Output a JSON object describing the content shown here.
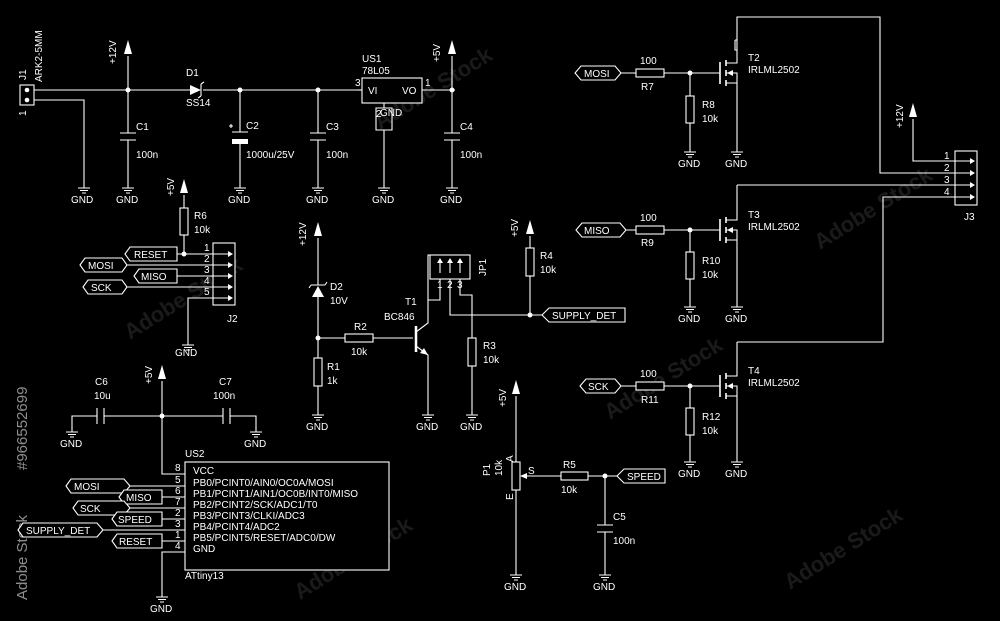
{
  "labels": {
    "j1_ref": "J1",
    "j1_part": "ARK2-5MM",
    "j1_pin1": "1",
    "d1_ref": "D1",
    "d1_part": "SS14",
    "us1_ref": "US1",
    "us1_part": "78L05",
    "us1_vi": "VI",
    "us1_vo": "VO",
    "us1_gnd": "GND",
    "us1_pin3": "3",
    "us1_pin1": "1",
    "us1_pin2": "2",
    "c1_ref": "C1",
    "c1_val": "100n",
    "c2_ref": "C2",
    "c2_val": "1000u/25V",
    "c3_ref": "C3",
    "c3_val": "100n",
    "c4_ref": "C4",
    "c4_val": "100n",
    "r6_ref": "R6",
    "r6_val": "10k",
    "j2_ref": "J2",
    "d2_ref": "D2",
    "d2_val": "10V",
    "r1_ref": "R1",
    "r1_val": "1k",
    "r2_ref": "R2",
    "r2_val": "10k",
    "t1_ref": "T1",
    "t1_part": "BC846",
    "jp1_ref": "JP1",
    "r3_ref": "R3",
    "r3_val": "10k",
    "r4_ref": "R4",
    "r4_val": "10k",
    "c6_ref": "C6",
    "c6_val": "10u",
    "c7_ref": "C7",
    "c7_val": "100n",
    "us2_ref": "US2",
    "us2_part": "ATtiny13",
    "us2_vcc": "VCC",
    "us2_pb0": "PB0/PCINT0/AIN0/OC0A/MOSI",
    "us2_pb1": "PB1/PCINT1/AIN1/OC0B/INT0/MISO",
    "us2_pb2": "PB2/PCINT2/SCK/ADC1/T0",
    "us2_pb3": "PB3/PCINT3/CLKI/ADC3",
    "us2_pb4": "PB4/PCINT4/ADC2",
    "us2_pb5": "PB5/PCINT5/RESET/ADC0/DW",
    "us2_gnd": "GND",
    "p1_ref": "P1",
    "p1_val": "10k",
    "p1_a": "A",
    "p1_e": "E",
    "p1_s": "S",
    "r5_ref": "R5",
    "r5_val": "10k",
    "c5_ref": "C5",
    "c5_val": "100n",
    "r7_ref": "R7",
    "r7_val": "100",
    "r8_ref": "R8",
    "r8_val": "10k",
    "t2_ref": "T2",
    "t2_part": "IRLML2502",
    "r9_ref": "R9",
    "r9_val": "100",
    "r10_ref": "R10",
    "r10_val": "10k",
    "t3_ref": "T3",
    "t3_part": "IRLML2502",
    "r11_ref": "R11",
    "r11_val": "100",
    "r12_ref": "R12",
    "r12_val": "10k",
    "t4_ref": "T4",
    "t4_part": "IRLML2502",
    "j3_ref": "J3",
    "plus12v": "+12V",
    "plus5v": "+5V",
    "gnd": "GND",
    "net_reset": "RESET",
    "net_mosi": "MOSI",
    "net_miso": "MISO",
    "net_sck": "SCK",
    "net_speed": "SPEED",
    "net_supply_det": "SUPPLY_DET",
    "pin1": "1",
    "pin2": "2",
    "pin3": "3",
    "pin4": "4",
    "pin5": "5",
    "pin6": "6",
    "pin7": "7",
    "pin8": "8"
  },
  "watermark": {
    "brand": "Adobe Stock",
    "id_text": "#966552699"
  }
}
